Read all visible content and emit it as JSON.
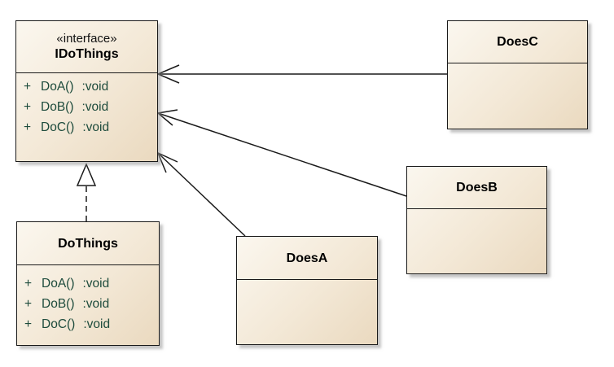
{
  "interface_class": {
    "stereotype": "«interface»",
    "name": "IDoThings",
    "operations": [
      {
        "visibility": "+",
        "signature": "DoA()",
        "return_type": ":void"
      },
      {
        "visibility": "+",
        "signature": "DoB()",
        "return_type": ":void"
      },
      {
        "visibility": "+",
        "signature": "DoC()",
        "return_type": ":void"
      }
    ]
  },
  "implementing_class": {
    "name": "DoThings",
    "operations": [
      {
        "visibility": "+",
        "signature": "DoA()",
        "return_type": ":void"
      },
      {
        "visibility": "+",
        "signature": "DoB()",
        "return_type": ":void"
      },
      {
        "visibility": "+",
        "signature": "DoC()",
        "return_type": ":void"
      }
    ]
  },
  "dependent_classes": {
    "does_a": {
      "name": "DoesA"
    },
    "does_b": {
      "name": "DoesB"
    },
    "does_c": {
      "name": "DoesC"
    }
  },
  "relationships": [
    {
      "type": "realization",
      "from": "DoThings",
      "to": "IDoThings"
    },
    {
      "type": "association",
      "from": "DoesC",
      "to": "IDoThings"
    },
    {
      "type": "association",
      "from": "DoesB",
      "to": "IDoThings"
    },
    {
      "type": "association",
      "from": "DoesA",
      "to": "IDoThings"
    }
  ],
  "colors": {
    "line": "#1a1a1a",
    "operation_text": "#1d4b3c",
    "class_fill_light": "#fbf7ef",
    "class_fill_dark": "#ead9bf"
  }
}
